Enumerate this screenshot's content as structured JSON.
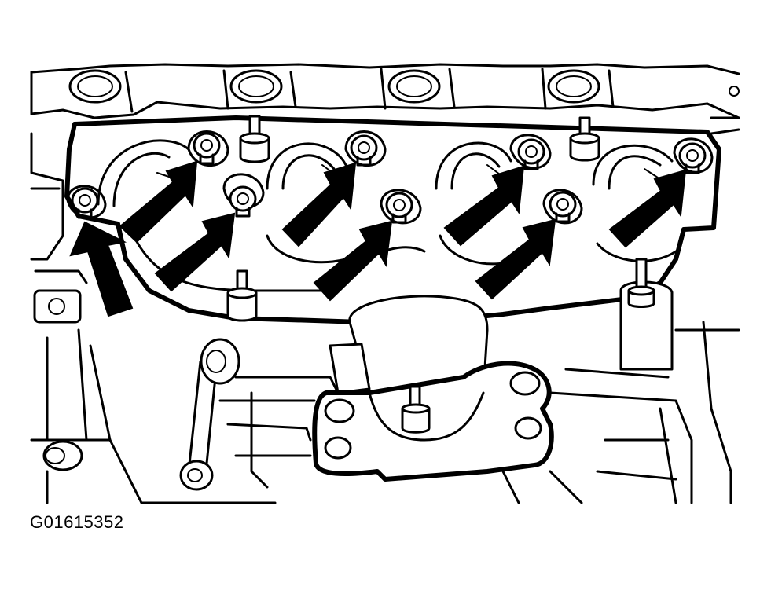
{
  "figure": {
    "code": "G01615352",
    "line_color": "#000000",
    "background_color": "#ffffff",
    "bolt_count": 8,
    "arrow_count": 8
  }
}
